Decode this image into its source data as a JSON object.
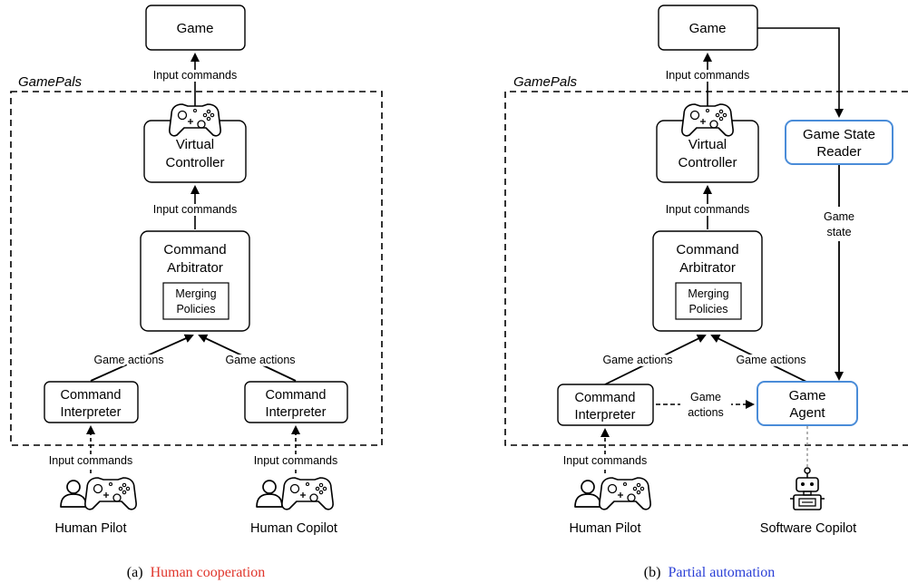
{
  "left": {
    "game": "Game",
    "gamepals": "GamePals",
    "input_commands_top": "Input commands",
    "virtual_controller": [
      "Virtual",
      "Controller"
    ],
    "input_commands_mid": "Input commands",
    "command_arbitrator": [
      "Command",
      "Arbitrator"
    ],
    "merging_policies": [
      "Merging",
      "Policies"
    ],
    "game_actions_left": "Game actions",
    "game_actions_right": "Game actions",
    "interpreter_left": [
      "Command",
      "Interpreter"
    ],
    "interpreter_right": [
      "Command",
      "Interpreter"
    ],
    "input_commands_left": "Input commands",
    "input_commands_right": "Input commands",
    "human_pilot": "Human Pilot",
    "human_copilot": "Human Copilot",
    "caption_prefix": "(a)",
    "caption_text": "Human cooperation"
  },
  "right": {
    "game": "Game",
    "gamepals": "GamePals",
    "input_commands_top": "Input commands",
    "virtual_controller": [
      "Virtual",
      "Controller"
    ],
    "input_commands_mid": "Input commands",
    "command_arbitrator": [
      "Command",
      "Arbitrator"
    ],
    "merging_policies": [
      "Merging",
      "Policies"
    ],
    "game_actions_left": "Game actions",
    "game_actions_right": "Game actions",
    "interpreter": [
      "Command",
      "Interpreter"
    ],
    "game_actions_between": [
      "Game",
      "actions"
    ],
    "game_state_reader": [
      "Game State",
      "Reader"
    ],
    "game_state": [
      "Game",
      "state"
    ],
    "game_agent": [
      "Game",
      "Agent"
    ],
    "input_commands_bottom": "Input commands",
    "human_pilot": "Human Pilot",
    "software_copilot": "Software Copilot",
    "caption_prefix": "(b)",
    "caption_text": "Partial automation"
  },
  "colors": {
    "caption_a": "#e0352b",
    "caption_b": "#2a3fd6",
    "highlight_border": "#4a8cd8"
  },
  "icons": [
    "gamepad-icon",
    "person-icon",
    "robot-icon"
  ]
}
